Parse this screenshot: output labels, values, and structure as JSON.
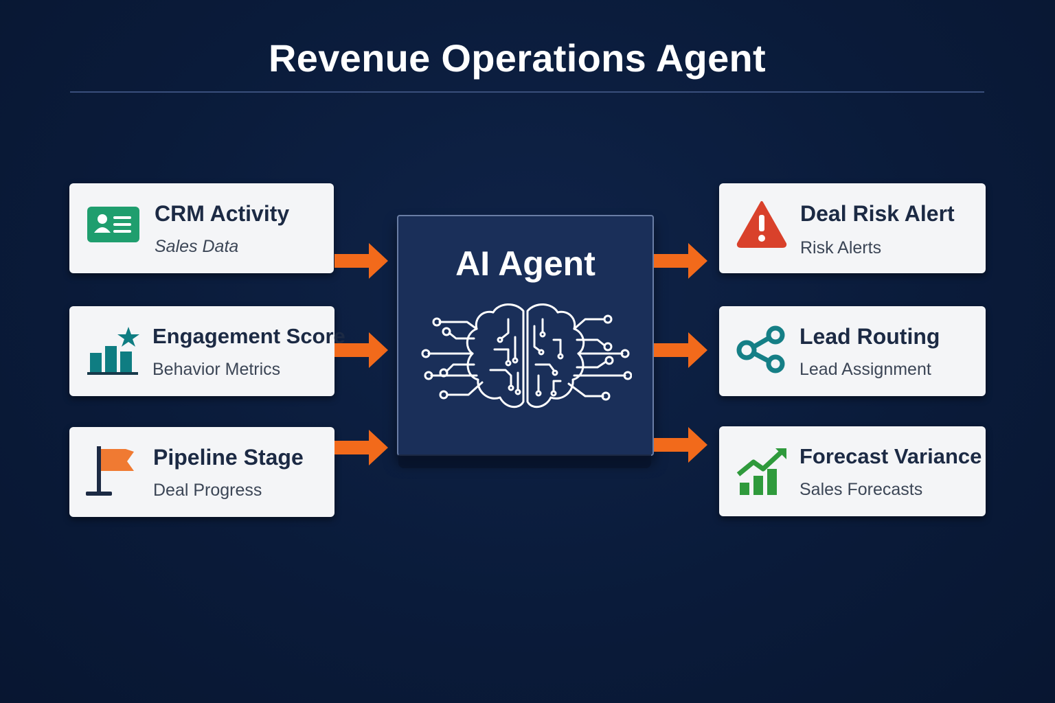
{
  "title": "Revenue Operations Agent",
  "agent": {
    "title": "AI Agent",
    "icon": "brain-circuit-icon"
  },
  "inputs": [
    {
      "title": "CRM Activity",
      "subtitle": "Sales Data",
      "icon": "contact-card-icon",
      "color": "#1f9e6e"
    },
    {
      "title": "Engagement Score",
      "subtitle": "Behavior Metrics",
      "icon": "bar-chart-star-icon",
      "color": "#0f7d82"
    },
    {
      "title": "Pipeline Stage",
      "subtitle": "Deal Progress",
      "icon": "flag-icon",
      "color": "#f07a32"
    }
  ],
  "outputs": [
    {
      "title": "Deal Risk Alert",
      "subtitle": "Risk Alerts",
      "icon": "warning-triangle-icon",
      "color": "#d9412b"
    },
    {
      "title": "Lead Routing",
      "subtitle": "Lead Assignment",
      "icon": "share-nodes-icon",
      "color": "#157f86"
    },
    {
      "title": "Forecast Variance",
      "subtitle": "Sales Forecasts",
      "icon": "growth-chart-icon",
      "color": "#2f9a3c"
    }
  ],
  "colors": {
    "arrow": "#f26a1b",
    "background": "#0b1d3d",
    "card": "#f4f5f7"
  }
}
